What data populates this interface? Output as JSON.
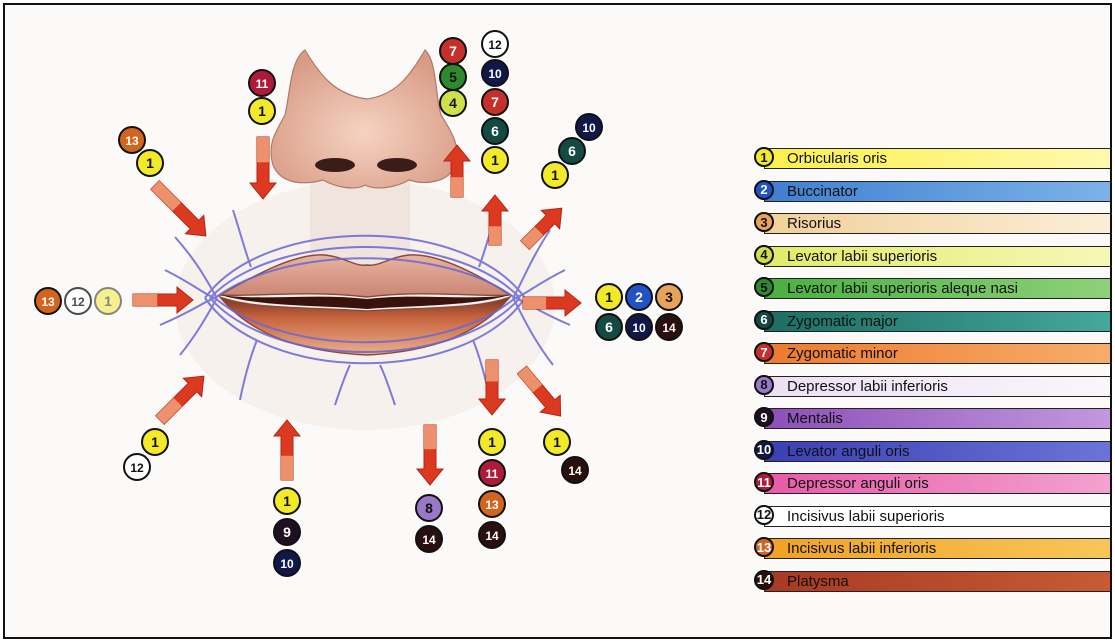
{
  "legend": [
    {
      "num": "1",
      "label": "Orbicularis oris",
      "fill": "#f2ea28",
      "text": "#111111",
      "bar": [
        "#fbf04a",
        "#fff9b0"
      ]
    },
    {
      "num": "2",
      "label": "Buccinator",
      "fill": "#2052c8",
      "text": "#ffffff",
      "bar": [
        "#3f7fd0",
        "#7cb2e8"
      ]
    },
    {
      "num": "3",
      "label": "Risorius",
      "fill": "#e8a35a",
      "text": "#111111",
      "bar": [
        "#f1d09a",
        "#fbeed7"
      ]
    },
    {
      "num": "4",
      "label": "Levator labii superioris",
      "fill": "#cfe04a",
      "text": "#111111",
      "bar": [
        "#e0ec6a",
        "#f6f8b8"
      ]
    },
    {
      "num": "5",
      "label": "Levator labii superioris aleque nasi",
      "fill": "#2f8a2f",
      "text": "#111111",
      "bar": [
        "#49b040",
        "#8fd07a"
      ]
    },
    {
      "num": "6",
      "label": "Zygomatic major",
      "fill": "#144a44",
      "text": "#ffffff",
      "bar": [
        "#1d6d62",
        "#44a89a"
      ]
    },
    {
      "num": "7",
      "label": "Zygomatic minor",
      "fill": "#c5312a",
      "text": "#ffffff",
      "bar": [
        "#ee7a2e",
        "#f6ad6a"
      ]
    },
    {
      "num": "8",
      "label": "Depressor labii inferioris",
      "fill": "#9a78c8",
      "text": "#111111",
      "bar": [
        "#ece0f2",
        "#faf6fb"
      ]
    },
    {
      "num": "9",
      "label": "Mentalis",
      "fill": "#1e1020",
      "text": "#ffffff",
      "bar": [
        "#8c4fb8",
        "#c398de"
      ]
    },
    {
      "num": "10",
      "label": "Levator anguli oris",
      "fill": "#0f1848",
      "text": "#ffffff",
      "bar": [
        "#3a3fb4",
        "#6a74d8"
      ]
    },
    {
      "num": "11",
      "label": "Depressor anguli oris",
      "fill": "#b01a3a",
      "text": "#ffffff",
      "bar": [
        "#e85aa8",
        "#f3a2cf"
      ]
    },
    {
      "num": "12",
      "label": "Incisivus labii superioris",
      "fill": "#ffffff",
      "text": "#111111",
      "bar": [
        "#ffffff",
        "#ffffff"
      ]
    },
    {
      "num": "13",
      "label": "Incisivus labii inferioris",
      "fill": "#d2641e",
      "text": "#ffffff",
      "bar": [
        "#f0a224",
        "#f7c65a"
      ]
    },
    {
      "num": "14",
      "label": "Platysma",
      "fill": "#2a0f0f",
      "text": "#ffffff",
      "bar": [
        "#a83a22",
        "#c85a36"
      ]
    }
  ],
  "badge_groups": [
    {
      "name": "upper-left-lip",
      "nums": [
        "13",
        "1"
      ]
    },
    {
      "name": "upper-medial-lip",
      "nums": [
        "11",
        "1"
      ]
    },
    {
      "name": "nasal-ala",
      "nums": [
        "7",
        "5",
        "4"
      ]
    },
    {
      "name": "upper-lip-paramedian",
      "nums": [
        "12",
        "10",
        "7",
        "6",
        "1"
      ]
    },
    {
      "name": "upper-right-corner",
      "nums": [
        "10",
        "6",
        "1"
      ]
    },
    {
      "name": "left-corner",
      "nums": [
        "13",
        "12",
        "1"
      ]
    },
    {
      "name": "right-corner-top",
      "nums": [
        "1",
        "2",
        "3"
      ]
    },
    {
      "name": "right-corner-bottom",
      "nums": [
        "6",
        "10",
        "14"
      ]
    },
    {
      "name": "lower-left-corner",
      "nums": [
        "1",
        "12"
      ]
    },
    {
      "name": "chin-center",
      "nums": [
        "1",
        "9",
        "10"
      ]
    },
    {
      "name": "lower-lip-center",
      "nums": [
        "8",
        "14"
      ]
    },
    {
      "name": "lower-lip-right",
      "nums": [
        "1",
        "11",
        "13",
        "14"
      ]
    },
    {
      "name": "lower-right-corner",
      "nums": [
        "1",
        "14"
      ]
    }
  ]
}
